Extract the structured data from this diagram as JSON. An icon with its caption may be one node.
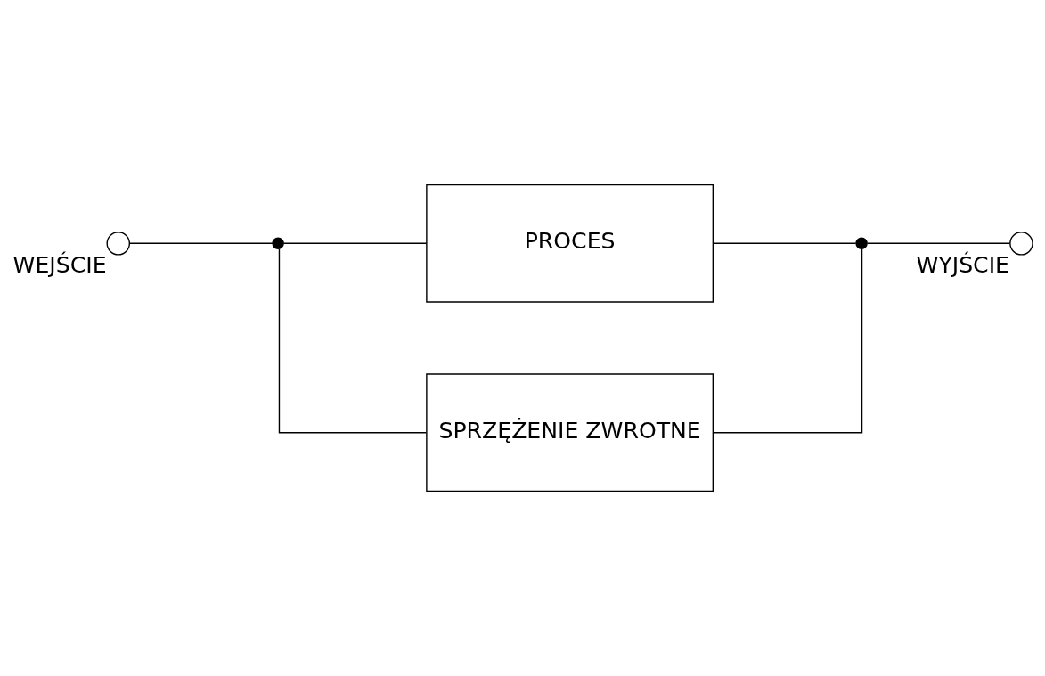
{
  "diagram": {
    "nodes": [
      {
        "text": [],
        "shape": "circle",
        "beside": [
          "WEJŚCIE"
        ]
      },
      {
        "text": [],
        "shape": "dot"
      },
      {
        "text": [
          "PROCES"
        ]
      },
      {
        "text": [],
        "shape": "dot"
      },
      {
        "text": [],
        "shape": "circle",
        "beside": [
          "WYJŚCIE"
        ]
      },
      {
        "text": [
          "SPRZĘŻENIE ZWROTNE"
        ]
      }
    ],
    "edges": [
      {
        "from": 0,
        "to": 1,
        "arrow": "none"
      },
      {
        "from": 1,
        "to": 2,
        "arrow": "none"
      },
      {
        "from": 2,
        "to": 3,
        "arrow": "none"
      },
      {
        "from": 3,
        "to": 4,
        "arrow": "none"
      },
      {
        "from": 3,
        "to": 5,
        "arrow": "none"
      },
      {
        "from": 5,
        "to": 1,
        "arrow": "none"
      }
    ]
  }
}
